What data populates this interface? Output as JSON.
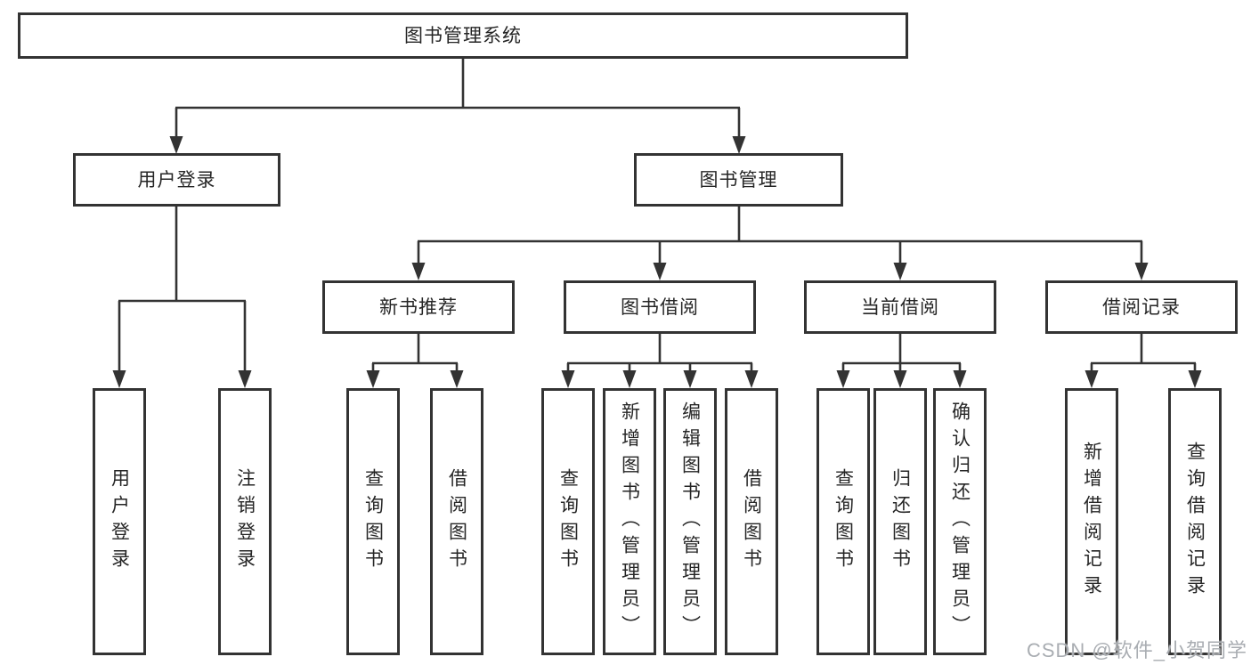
{
  "tree": {
    "root": {
      "label": "图书管理系统"
    },
    "branches": [
      {
        "label": "用户登录",
        "children": [
          {
            "label": "用户登录"
          },
          {
            "label": "注销登录"
          }
        ]
      },
      {
        "label": "图书管理",
        "children": [
          {
            "label": "新书推荐",
            "children": [
              {
                "label": "查询图书"
              },
              {
                "label": "借阅图书"
              }
            ]
          },
          {
            "label": "图书借阅",
            "children": [
              {
                "label": "查询图书"
              },
              {
                "label": "新增图书（管理员）"
              },
              {
                "label": "编辑图书（管理员）"
              },
              {
                "label": "借阅图书"
              }
            ]
          },
          {
            "label": "当前借阅",
            "children": [
              {
                "label": "查询图书"
              },
              {
                "label": "归还图书"
              },
              {
                "label": "确认归还（管理员）"
              }
            ]
          },
          {
            "label": "借阅记录",
            "children": [
              {
                "label": "新增借阅记录"
              },
              {
                "label": "查询借阅记录"
              }
            ]
          }
        ]
      }
    ]
  },
  "watermark": {
    "text": "CSDN @软件_小贺同学"
  },
  "colors": {
    "line": "#333333",
    "text": "#262626",
    "background": "#ffffff",
    "watermark": "#a9adb2"
  }
}
